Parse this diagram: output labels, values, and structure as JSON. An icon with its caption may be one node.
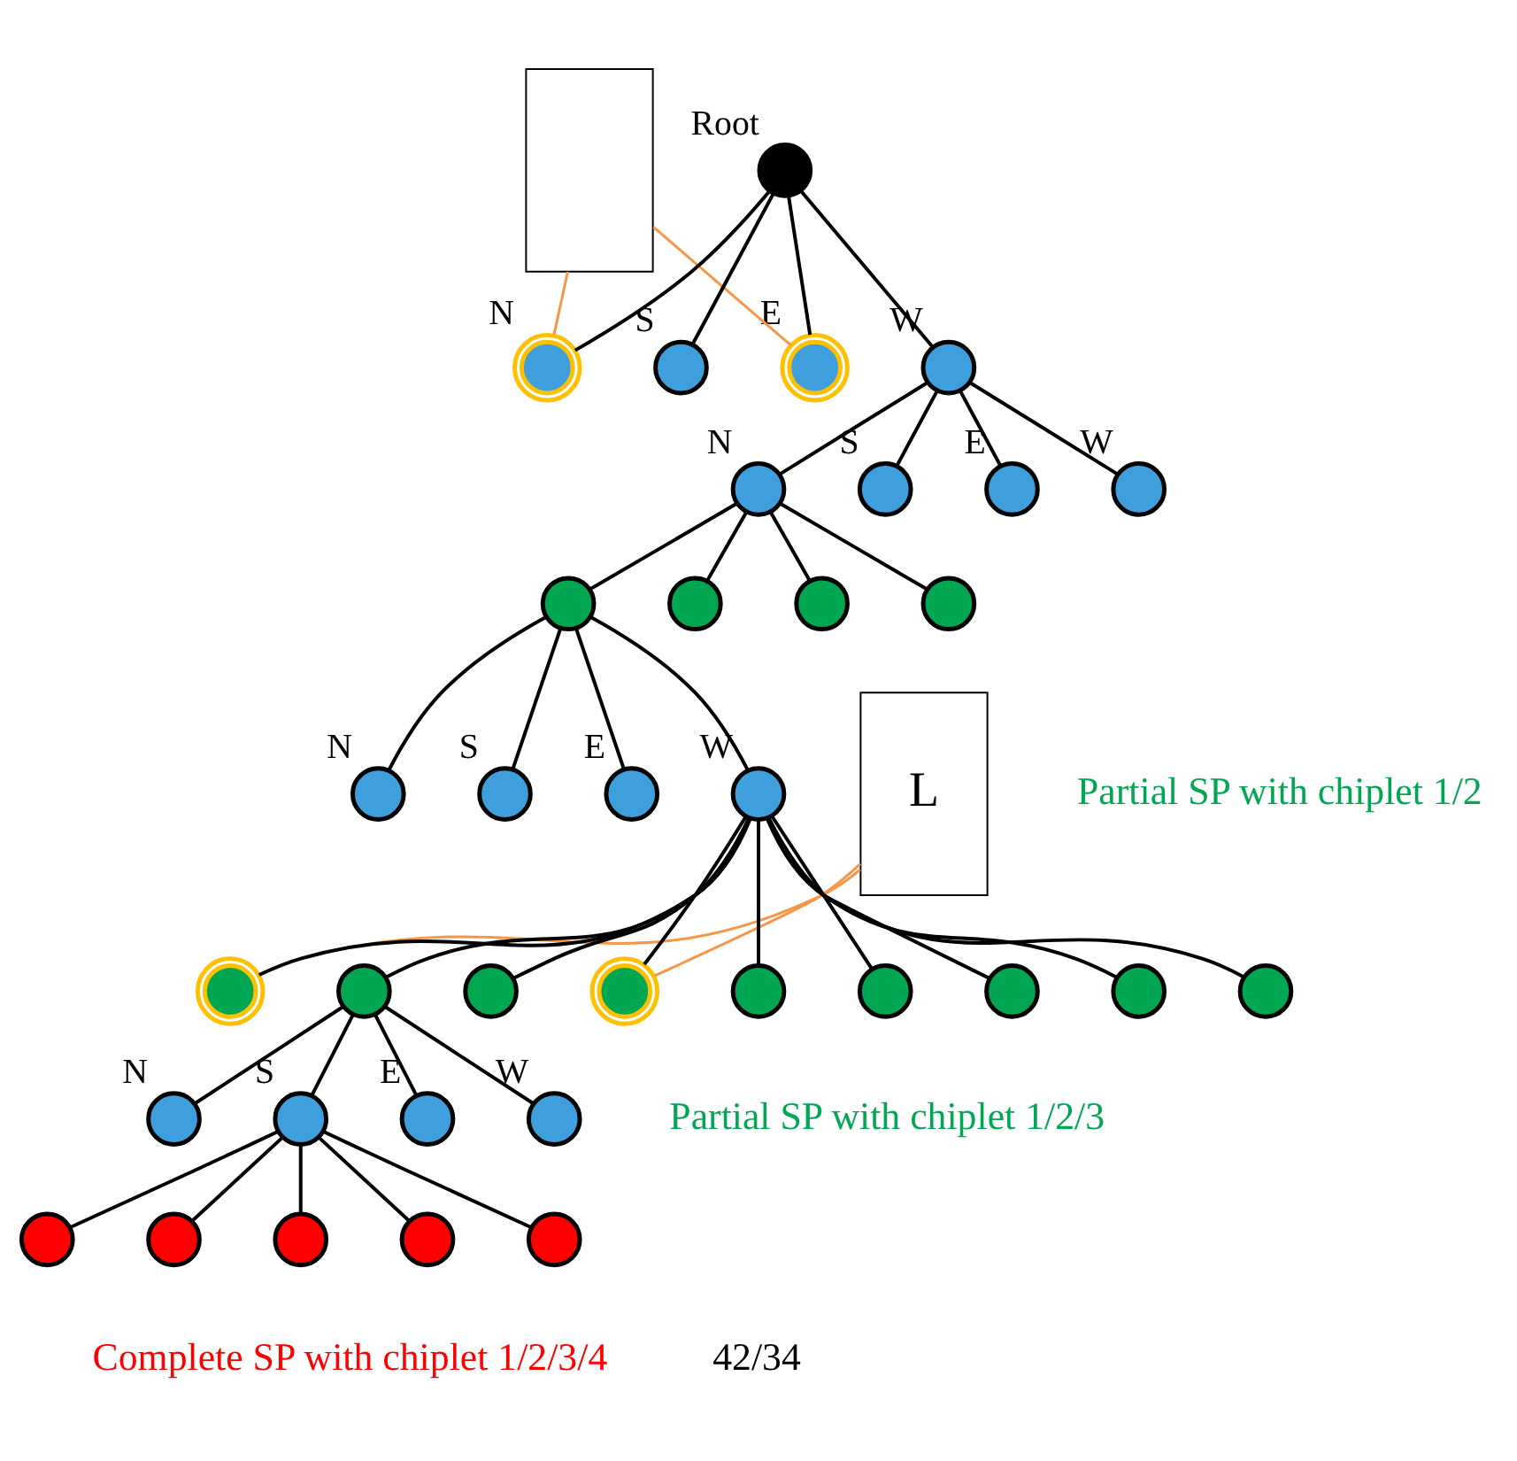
{
  "diagram": {
    "nodes": [
      {
        "text": [],
        "shape": "box"
      },
      {
        "text": [
          "L"
        ]
      },
      {
        "text": [],
        "shape": "circle",
        "beside": [
          "Root"
        ]
      },
      {
        "text": [],
        "shape": "circle",
        "beside": [
          "N"
        ]
      },
      {
        "text": [],
        "shape": "circle",
        "beside": [
          "S"
        ]
      },
      {
        "text": [],
        "shape": "circle",
        "beside": [
          "E"
        ]
      },
      {
        "text": [],
        "shape": "circle",
        "beside": [
          "W"
        ]
      },
      {
        "text": [],
        "shape": "circle",
        "beside": [
          "N"
        ]
      },
      {
        "text": [],
        "shape": "circle",
        "beside": [
          "S"
        ]
      },
      {
        "text": [],
        "shape": "circle",
        "beside": [
          "E"
        ]
      },
      {
        "text": [],
        "shape": "circle",
        "beside": [
          "W"
        ]
      },
      {
        "text": [],
        "shape": "circle"
      },
      {
        "text": [],
        "shape": "circle"
      },
      {
        "text": [],
        "shape": "circle"
      },
      {
        "text": [],
        "shape": "circle"
      },
      {
        "text": [],
        "shape": "circle",
        "beside": [
          "N"
        ]
      },
      {
        "text": [],
        "shape": "circle",
        "beside": [
          "S"
        ]
      },
      {
        "text": [],
        "shape": "circle",
        "beside": [
          "E"
        ]
      },
      {
        "text": [],
        "shape": "circle",
        "beside": [
          "W"
        ]
      },
      {
        "text": [],
        "shape": "circle"
      },
      {
        "text": [],
        "shape": "circle"
      },
      {
        "text": [],
        "shape": "circle"
      },
      {
        "text": [],
        "shape": "circle"
      },
      {
        "text": [],
        "shape": "circle"
      },
      {
        "text": [],
        "shape": "circle"
      },
      {
        "text": [],
        "shape": "circle"
      },
      {
        "text": [],
        "shape": "circle"
      },
      {
        "text": [],
        "shape": "circle"
      },
      {
        "text": [],
        "shape": "circle",
        "beside": [
          "N"
        ]
      },
      {
        "text": [],
        "shape": "circle",
        "beside": [
          "S"
        ]
      },
      {
        "text": [],
        "shape": "circle",
        "beside": [
          "E"
        ]
      },
      {
        "text": [],
        "shape": "circle",
        "beside": [
          "W"
        ]
      },
      {
        "text": [],
        "shape": "circle"
      },
      {
        "text": [],
        "shape": "circle"
      },
      {
        "text": [],
        "shape": "circle"
      },
      {
        "text": [],
        "shape": "circle"
      },
      {
        "text": [],
        "shape": "circle"
      }
    ],
    "edges": [
      {
        "from": 0,
        "to": 3,
        "arrow": "none",
        "color": "#f79646"
      },
      {
        "from": 0,
        "to": 5,
        "arrow": "none",
        "color": "#f79646"
      },
      {
        "from": 2,
        "to": 3,
        "arrow": "none"
      },
      {
        "from": 2,
        "to": 4,
        "arrow": "none"
      },
      {
        "from": 2,
        "to": 5,
        "arrow": "none"
      },
      {
        "from": 2,
        "to": 6,
        "arrow": "none"
      },
      {
        "from": 6,
        "to": 7,
        "arrow": "none"
      },
      {
        "from": 6,
        "to": 8,
        "arrow": "none"
      },
      {
        "from": 6,
        "to": 9,
        "arrow": "none"
      },
      {
        "from": 6,
        "to": 10,
        "arrow": "none"
      },
      {
        "from": 7,
        "to": 11,
        "arrow": "none"
      },
      {
        "from": 7,
        "to": 12,
        "arrow": "none"
      },
      {
        "from": 7,
        "to": 13,
        "arrow": "none"
      },
      {
        "from": 7,
        "to": 14,
        "arrow": "none"
      },
      {
        "from": 11,
        "to": 15,
        "arrow": "none"
      },
      {
        "from": 11,
        "to": 16,
        "arrow": "none"
      },
      {
        "from": 11,
        "to": 17,
        "arrow": "none"
      },
      {
        "from": 11,
        "to": 18,
        "arrow": "none"
      },
      {
        "from": 1,
        "to": 19,
        "arrow": "none",
        "color": "#f79646"
      },
      {
        "from": 1,
        "to": 22,
        "arrow": "none",
        "color": "#f79646"
      },
      {
        "from": 18,
        "to": 19,
        "arrow": "none"
      },
      {
        "from": 18,
        "to": 20,
        "arrow": "none"
      },
      {
        "from": 18,
        "to": 21,
        "arrow": "none"
      },
      {
        "from": 18,
        "to": 22,
        "arrow": "none"
      },
      {
        "from": 18,
        "to": 23,
        "arrow": "none"
      },
      {
        "from": 18,
        "to": 24,
        "arrow": "none"
      },
      {
        "from": 18,
        "to": 25,
        "arrow": "none"
      },
      {
        "from": 18,
        "to": 26,
        "arrow": "none"
      },
      {
        "from": 18,
        "to": 27,
        "arrow": "none"
      },
      {
        "from": 20,
        "to": 28,
        "arrow": "none"
      },
      {
        "from": 20,
        "to": 29,
        "arrow": "none"
      },
      {
        "from": 20,
        "to": 30,
        "arrow": "none"
      },
      {
        "from": 20,
        "to": 31,
        "arrow": "none"
      },
      {
        "from": 29,
        "to": 32,
        "arrow": "none"
      },
      {
        "from": 29,
        "to": 33,
        "arrow": "none"
      },
      {
        "from": 29,
        "to": 34,
        "arrow": "none"
      },
      {
        "from": 29,
        "to": 35,
        "arrow": "none"
      },
      {
        "from": 29,
        "to": 36,
        "arrow": "none"
      }
    ],
    "labels": [
      "Partial SP with chiplet 1/2",
      "Partial SP with chiplet 1/2/3",
      "Complete SP with chiplet 1/2/3/4",
      "42/34"
    ]
  }
}
